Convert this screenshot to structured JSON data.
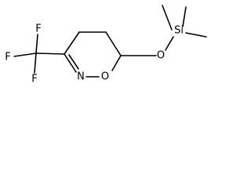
{
  "molecule": {
    "atoms": {
      "fluorine_top": "F",
      "fluorine_left": "F",
      "fluorine_bottom": "F",
      "nitrogen": "N",
      "ring_oxygen": "O",
      "ether_oxygen": "O",
      "silicon": "Si"
    }
  },
  "colors": {
    "bond": "#000000",
    "label": "#000000",
    "background": "#ffffff"
  }
}
